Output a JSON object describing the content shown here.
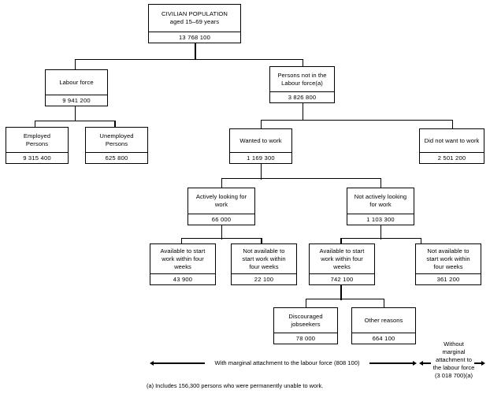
{
  "diagram": {
    "type": "flowchart",
    "title": "CIVILIAN POPULATION aged 15-69 years labour force framework",
    "nodes": {
      "civilian_population": {
        "label": "CIVILIAN POPULATION\naged 15–69 years",
        "label_line1": "CIVILIAN POPULATION",
        "label_line2": "aged 15–69 years",
        "value": "13 768 100"
      },
      "labour_force": {
        "label_line1": "Labour force",
        "label_line2": "",
        "value": "9 941 200"
      },
      "not_in_labour_force": {
        "label_line1": "Persons not in the",
        "label_line2": "Labour force(a)",
        "value": "3 826 800"
      },
      "employed_persons": {
        "label_line1": "Employed",
        "label_line2": "Persons",
        "value": "9 315 400"
      },
      "unemployed_persons": {
        "label_line1": "Unemployed",
        "label_line2": "Persons",
        "value": "625 800"
      },
      "wanted_to_work": {
        "label_line1": "Wanted to work",
        "label_line2": "",
        "value": "1 169 300"
      },
      "did_not_want_to_work": {
        "label_line1": "Did not want to work",
        "label_line2": "",
        "value": "2 501 200"
      },
      "actively_looking": {
        "label_line1": "Actively looking for",
        "label_line2": "work",
        "value": "66 000"
      },
      "not_actively_looking": {
        "label_line1": "Not actively looking",
        "label_line2": "for work",
        "value": "1 103 300"
      },
      "available_four_weeks_a": {
        "label_line1": "Available to start",
        "label_line2": "work within four",
        "label_line3": "weeks",
        "value": "43 900"
      },
      "not_available_four_weeks_a": {
        "label_line1": "Not available to",
        "label_line2": "start work within",
        "label_line3": "four weeks",
        "value": "22 100"
      },
      "available_four_weeks_b": {
        "label_line1": "Available to start",
        "label_line2": "work within four",
        "label_line3": "weeks",
        "value": "742 100"
      },
      "not_available_four_weeks_b": {
        "label_line1": "Not available to",
        "label_line2": "start work within",
        "label_line3": "four weeks",
        "value": "361 200"
      },
      "discouraged_jobseekers": {
        "label_line1": "Discouraged",
        "label_line2": "jobseekers",
        "value": "78 000"
      },
      "other_reasons": {
        "label_line1": "Other reasons",
        "label_line2": "",
        "value": "664 100"
      }
    },
    "annotations": {
      "with_marginal": "With marginal attachment to the labour force (808 100)",
      "without_marginal_line1": "Without",
      "without_marginal_line2": "marginal",
      "without_marginal_line3": "attachment to",
      "without_marginal_line4": "the labour force",
      "without_marginal_line5": "(3 018 700)(a)"
    },
    "footnote": "(a) Includes 156,300 persons who were permanently unable to work.",
    "colors": {
      "line": "#000000",
      "box_border": "#000000",
      "background": "#ffffff",
      "text": "#000000"
    }
  }
}
